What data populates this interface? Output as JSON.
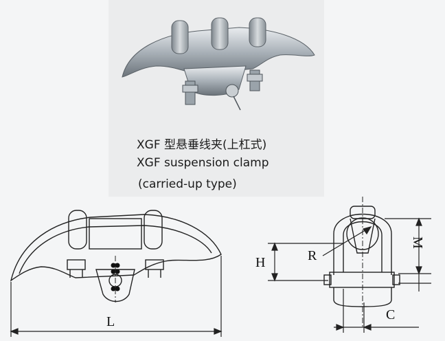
{
  "caption": {
    "model_cn": "XGF 型悬垂线夹(上杠式)",
    "model_en": "XGF suspension clamp",
    "type_en": "(carried-up type)"
  },
  "drawing": {
    "front_view": {
      "length_label": "L"
    },
    "side_view": {
      "h_label": "H",
      "r_label": "R",
      "m_label": "M",
      "c_label": "C"
    }
  }
}
